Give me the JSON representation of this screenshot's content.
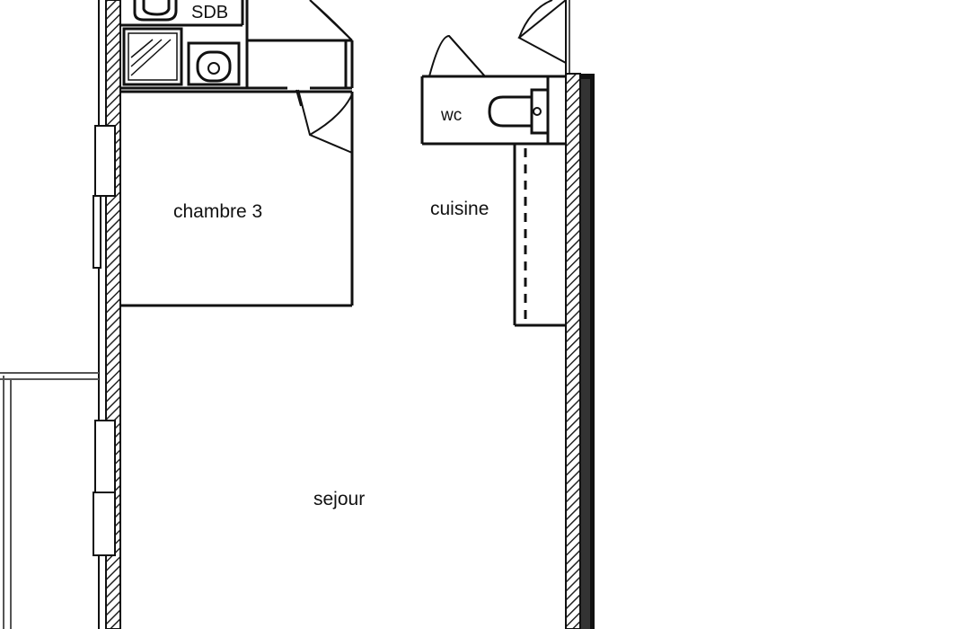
{
  "plan": {
    "rooms": [
      {
        "id": "sdb",
        "label": "SDB"
      },
      {
        "id": "chambre",
        "label": "chambre 3"
      },
      {
        "id": "cuisine",
        "label": "cuisine"
      },
      {
        "id": "wc",
        "label": "wc"
      },
      {
        "id": "sejour",
        "label": "sejour"
      }
    ],
    "colors": {
      "wall": "#111111",
      "hatch": "#222222",
      "background": "#ffffff"
    }
  }
}
